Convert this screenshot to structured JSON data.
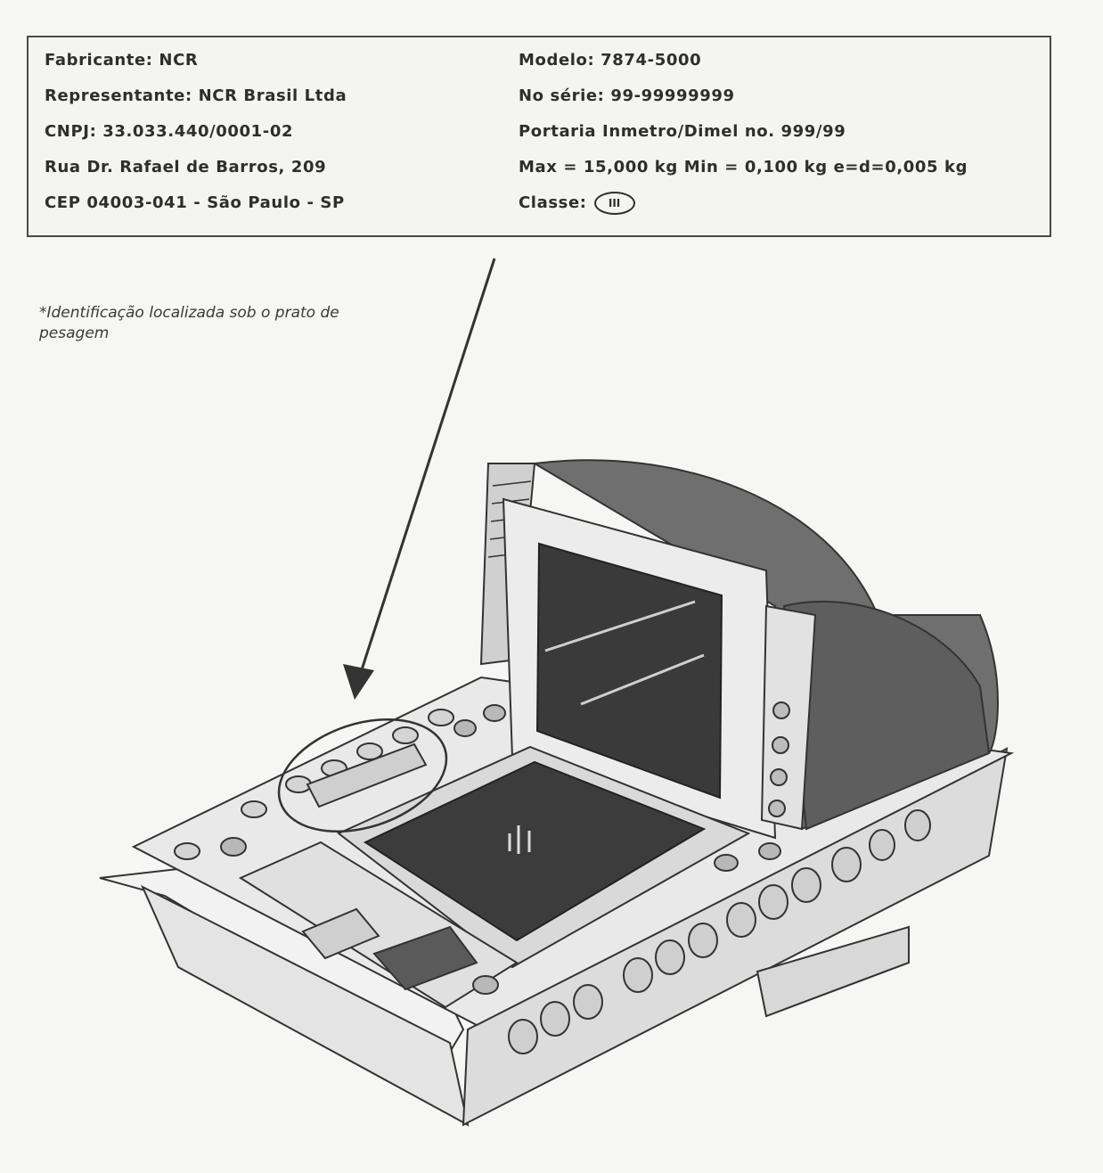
{
  "label": {
    "left": [
      "Fabricante: NCR",
      "Representante: NCR Brasil Ltda",
      "CNPJ: 33.033.440/0001-02",
      "Rua Dr. Rafael de Barros, 209",
      "CEP 04003-041 - São Paulo - SP"
    ],
    "right": [
      "Modelo: 7874-5000",
      "No série: 99-99999999",
      "Portaria Inmetro/Dimel no. 999/99",
      "Max = 15,000 kg  Min = 0,100 kg  e=d=0,005 kg",
      "Classe:"
    ],
    "class_symbol": "III"
  },
  "note": "*Identificação localizada sob o prato de pesagem"
}
